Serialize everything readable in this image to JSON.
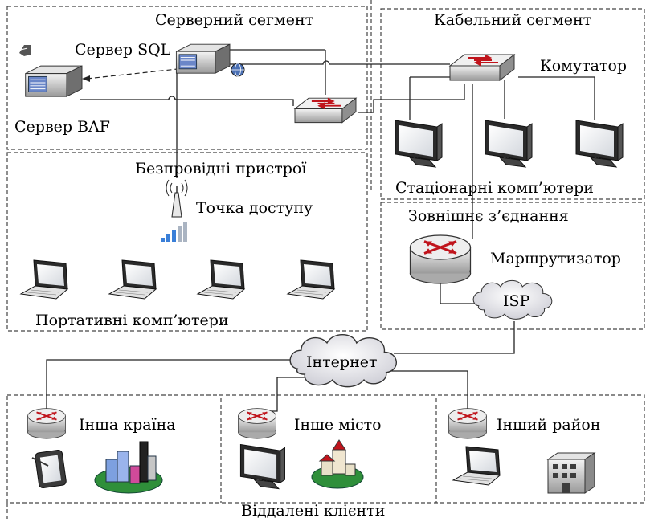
{
  "segments": {
    "server": "Серверний сегмент",
    "cable": "Кабельний сегмент",
    "wireless": "Безпровідні пристрої",
    "external": "Зовнішнє з’єднання",
    "remote": "Віддалені клієнти"
  },
  "labels": {
    "sql_server": "Сервер SQL",
    "baf_server": "Сервер BAF",
    "switch": "Комутатор",
    "desktops": "Стаціонарні комп’ютери",
    "access_point": "Точка доступу",
    "laptops": "Портативні комп’ютери",
    "router": "Маршрутизатор",
    "isp": "ISP",
    "internet": "Інтернет",
    "other_country": "Інша країна",
    "other_city": "Інше місто",
    "other_district": "Інший район"
  },
  "colors": {
    "router_arrows": "#c0141c",
    "cloud": "#e8e8ee",
    "tower": "#4a78c8",
    "city_base": "#2f8f3a",
    "signal": "#3a7fd8"
  }
}
